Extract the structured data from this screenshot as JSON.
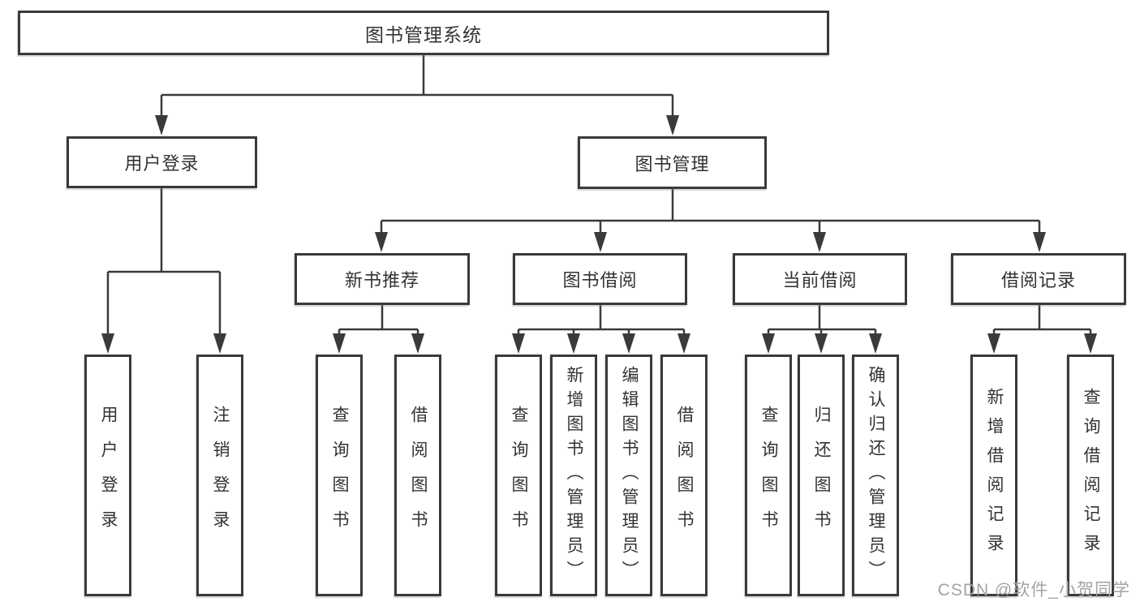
{
  "tree": {
    "label": "图书管理系统",
    "children": [
      {
        "label": "用户登录",
        "children": [
          {
            "label": "用户登录"
          },
          {
            "label": "注销登录"
          }
        ]
      },
      {
        "label": "图书管理",
        "children": [
          {
            "label": "新书推荐",
            "children": [
              {
                "label": "查询图书"
              },
              {
                "label": "借阅图书"
              }
            ]
          },
          {
            "label": "图书借阅",
            "children": [
              {
                "label": "查询图书"
              },
              {
                "label": "新增图书（管理员）"
              },
              {
                "label": "编辑图书（管理员）"
              },
              {
                "label": "借阅图书"
              }
            ]
          },
          {
            "label": "当前借阅",
            "children": [
              {
                "label": "查询图书"
              },
              {
                "label": "归还图书"
              },
              {
                "label": "确认归还（管理员）"
              }
            ]
          },
          {
            "label": "借阅记录",
            "children": [
              {
                "label": "新增借阅记录"
              },
              {
                "label": "查询借阅记录"
              }
            ]
          }
        ]
      }
    ]
  },
  "watermark": "CSDN @软件_小贺同学",
  "colors": {
    "line": "#3a3a3a",
    "text": "#333333",
    "watermark": "#a3a3a3",
    "background": "#ffffff"
  }
}
